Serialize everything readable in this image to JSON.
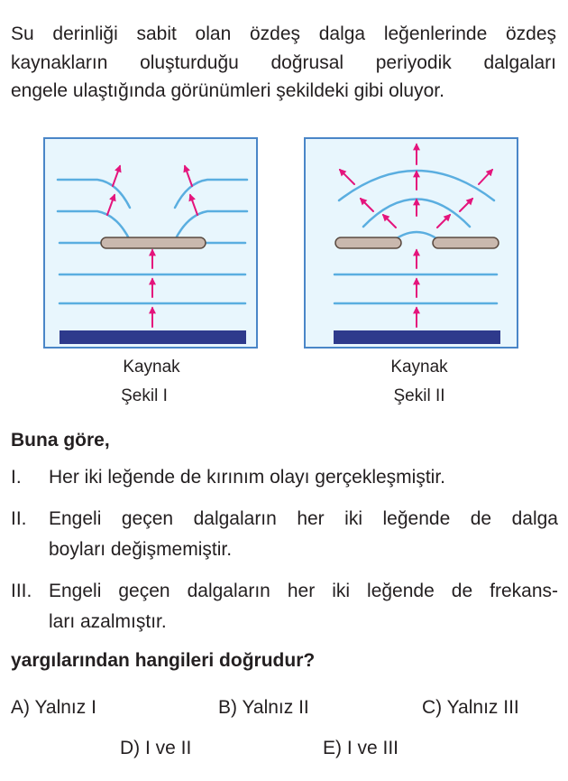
{
  "question": {
    "lines": [
      "Su derinliği sabit olan özdeş dalga leğenlerinde özdeş",
      "kaynakların oluşturduğu doğrusal periyodik dalgaları",
      "engele ulaştığında görünümleri şekildeki gibi oluyor."
    ]
  },
  "figures": [
    {
      "source_label": "Kaynak",
      "caption": "Şekil I"
    },
    {
      "source_label": "Kaynak",
      "caption": "Şekil II"
    }
  ],
  "lead": "Buna göre,",
  "statements": [
    {
      "num": "I.",
      "lines": [
        "Her iki leğende de kırınım olayı gerçekleşmiştir."
      ]
    },
    {
      "num": "II.",
      "lines": [
        "Engeli geçen dalgaların her iki leğende de dalga",
        "boyları değişmemiştir."
      ]
    },
    {
      "num": "III.",
      "lines": [
        "Engeli geçen dalgaların her iki leğende de frekans-",
        "ları azalmıştır."
      ]
    }
  ],
  "prompt": "yargılarından hangileri doğrudur?",
  "options": [
    "A) Yalnız I",
    "B) Yalnız II",
    "C) Yalnız III",
    "D) I ve II",
    "E) I ve III"
  ],
  "colors": {
    "wave": "#5aaee0",
    "arrow": "#e4147c",
    "source": "#2e3a8c",
    "barrier": "#c9b8ae",
    "bg": "#e8f6fd",
    "frame": "#4a86c8"
  }
}
